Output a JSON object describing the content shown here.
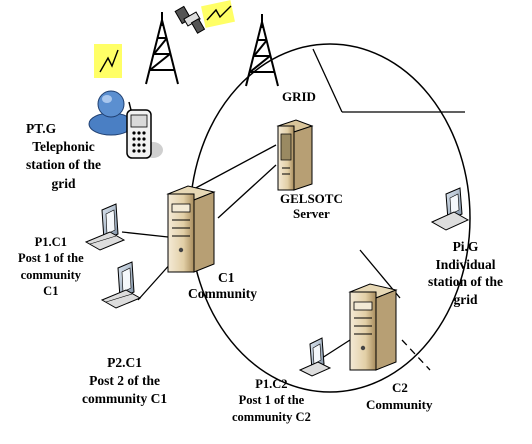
{
  "grid_label": "GRID",
  "server": {
    "line1": "GELSOTC",
    "line2": "Server"
  },
  "telephonic": {
    "line1": "PT.G",
    "line2": "Telephonic",
    "line3": "station of the",
    "line4": "grid"
  },
  "p1c1": {
    "line1": "P1.C1",
    "line2": "Post 1  of the",
    "line3": "community",
    "line4": "C1"
  },
  "c1": {
    "line1": "C1",
    "line2": "Community"
  },
  "p2c1": {
    "line1": "P2.C1",
    "line2": "Post 2  of the",
    "line3": "community C1"
  },
  "pig": {
    "line1": "Pi.G",
    "line2": "Individual",
    "line3": "station of the",
    "line4": "grid"
  },
  "c2": {
    "line1": "C2",
    "line2": "Community"
  },
  "p1c2": {
    "line1": "P1.C2",
    "line2": "Post 1 of the",
    "line3": "community C2"
  },
  "colors": {
    "line": "#000000",
    "server_body": "#e9dcc0",
    "server_shade": "#b79f74",
    "lightning": "#ffff66",
    "person": "#5b8fd0"
  }
}
